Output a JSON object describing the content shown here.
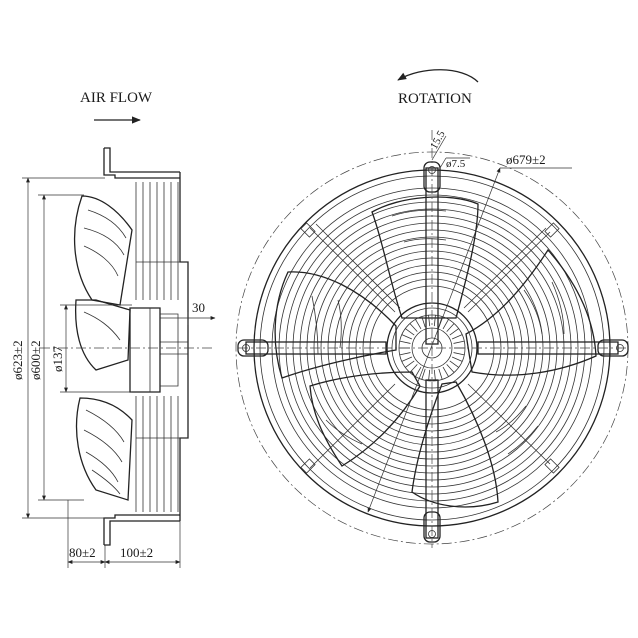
{
  "labels": {
    "air_flow": "AIR FLOW",
    "rotation": "ROTATION"
  },
  "dimensions": {
    "d623": "ø623±2",
    "d600": "ø600±2",
    "d137": "ø137",
    "d30": "30",
    "d80": "80±2",
    "d100": "100±2",
    "d679": "ø679±2",
    "d7_5": "ø7.5",
    "d15_5": "15.5"
  }
}
